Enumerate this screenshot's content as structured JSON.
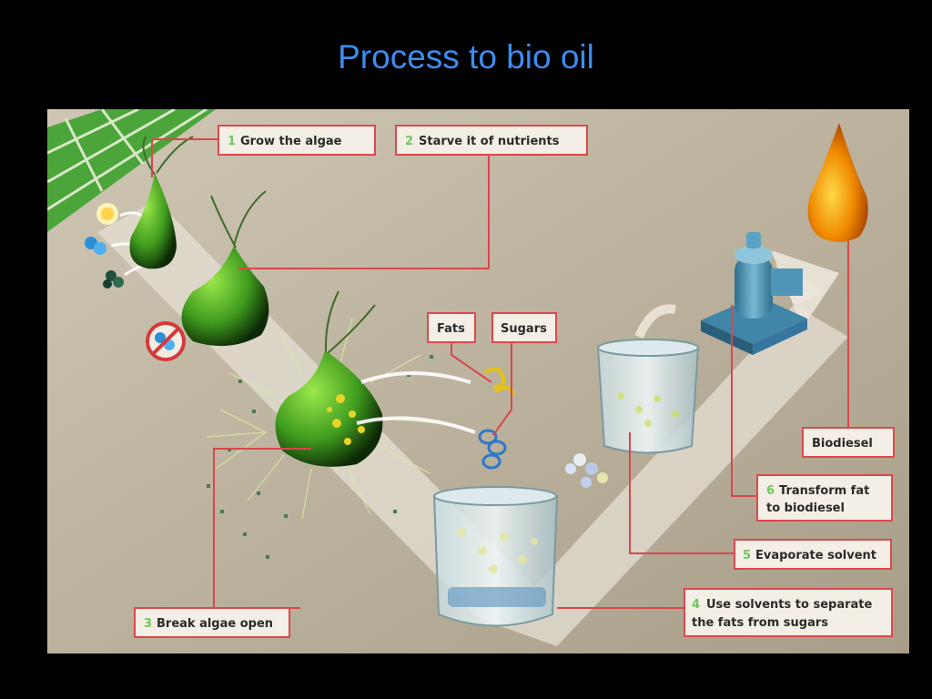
{
  "title": "Process to bio oil",
  "labels": {
    "grow": {
      "num": "1",
      "text": "Grow the algae"
    },
    "starve": {
      "num": "2",
      "text": "Starve it of nutrients"
    },
    "break": {
      "num": "3",
      "text": "Break algae open"
    },
    "solvents": {
      "num": "4",
      "line1": "Use solvents to separate",
      "line2": "the fats from sugars"
    },
    "evaporate": {
      "num": "5",
      "text": "Evaporate solvent"
    },
    "transform": {
      "num": "6",
      "line1": "Transform fat",
      "line2": "to biodiesel"
    },
    "fats": "Fats",
    "sugars": "Sugars",
    "biodiesel": "Biodiesel"
  },
  "colors": {
    "title": "#3d8cf0",
    "label_border": "#e0474c",
    "leader_line": "#d9474a",
    "step_number": "#6fc85a",
    "algae": "#3f9b1e",
    "oil": "#f08a00"
  },
  "icons": [
    "sun-icon",
    "nutrient-molecule-icon",
    "no-nutrients-icon",
    "biodiesel-drop-icon"
  ]
}
